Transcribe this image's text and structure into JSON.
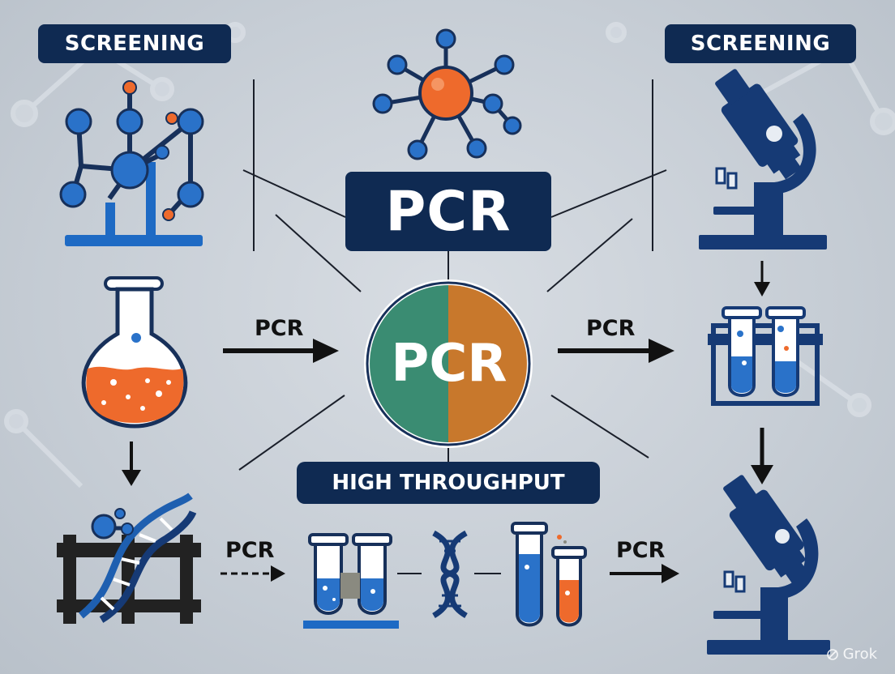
{
  "labels": {
    "screening_left": "SCREENING",
    "screening_right": "SCREENING",
    "center_title": "PCR",
    "center_circle": "PCR",
    "high_throughput": "HIGH THROUGHPUT",
    "arrow_left": "PCR",
    "arrow_right": "PCR",
    "bottom_arrow_left": "PCR",
    "bottom_arrow_right": "PCR"
  },
  "watermark": "Grok",
  "colors": {
    "navy": "#0f2a52",
    "blue": "#2a6fc9",
    "orange": "#ee6a2c",
    "green": "#3a8c72",
    "ochre": "#c8782c",
    "background": "#c9d0d8"
  },
  "icons": [
    "molecule-network-icon",
    "orange-atom-icon",
    "microscope-icon",
    "flask-icon",
    "test-tube-rack-icon",
    "dna-on-rack-icon",
    "test-tubes-icon",
    "dna-helix-icon"
  ]
}
